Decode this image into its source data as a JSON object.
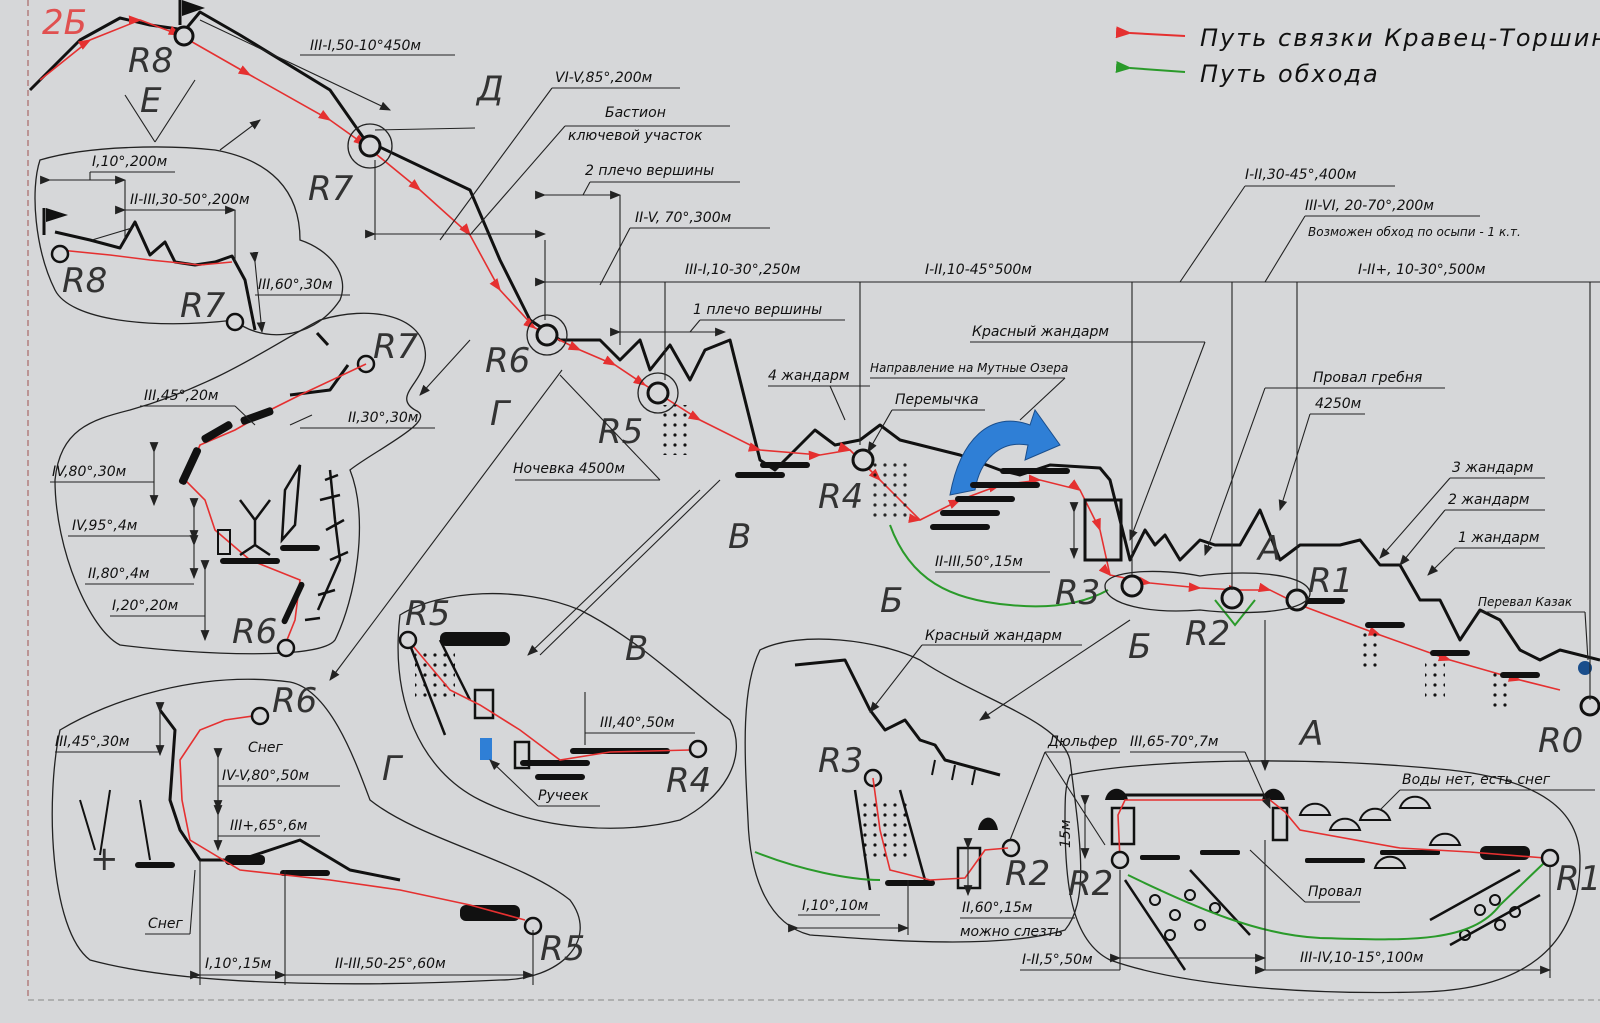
{
  "legend": {
    "red_route": "Путь связки Кравец-Торшин",
    "green_route": "Путь обхода",
    "red_color": "#e53030",
    "green_color": "#2a9a2a"
  },
  "top_left_mark": "2Б",
  "stations": {
    "r0": "R0",
    "r1": "R1",
    "r2": "R2",
    "r3": "R3",
    "r4": "R4",
    "r5": "R5",
    "r6": "R6",
    "r7": "R7",
    "r8": "R8"
  },
  "section_letters": {
    "a": "А",
    "b": "Б",
    "v": "В",
    "g": "Г",
    "d": "Д",
    "e": "Е"
  },
  "segments": {
    "r8_r7": "III-I,50-10°450м",
    "r7_r6": "VI-V,85°,200м",
    "bastion_1": "Бастион",
    "bastion_2": "ключевой участок",
    "shoulder2": "2 плечо вершины",
    "r6_r5": "II-V, 70°,300м",
    "r5_r4": "III-I,10-30°,250м",
    "shoulder1": "1 плечо вершины",
    "r4_r3": "I-II,10-45°500м",
    "r3_r2": "I-II,30-45°,400м",
    "r2_r1": "III-VI, 20-70°,200м",
    "r2_r1_note": "Возможен обход по осыпи - 1 к.т.",
    "r1_r0": "I-II+, 10-30°,500м",
    "red_gendarme": "Красный жандарм",
    "direction_lakes": "Направление на Мутные Озера",
    "jumper": "Перемычка",
    "gendarme4": "4 жандарм",
    "bivouac": "Ночевка 4500м",
    "ridge_gap": "Провал гребня",
    "ridge_gap_alt": "4250м",
    "gendarme3": "3 жандарм",
    "gendarme2": "2 жандарм",
    "gendarme1": "1 жандарм",
    "kazak_pass": "Перевал Казак",
    "r4_r3_wall": "II-III,50°,15м"
  },
  "inset_e": {
    "a": "I,10°,200м",
    "b": "II-III,30-50°,200м",
    "c": "III,60°,30м"
  },
  "inset_d": {
    "a": "III,45°,20м",
    "b": "II,30°,30м",
    "c": "IV,80°,30м",
    "d": "IV,95°,4м",
    "e": "II,80°,4м",
    "f": "I,20°,20м"
  },
  "inset_g": {
    "a": "III,45°,30м",
    "b": "Снег",
    "c": "IV-V,80°,50м",
    "d": "III+,65°,6м",
    "e": "Снег",
    "f": "I,10°,15м",
    "g": "II-III,50-25°,60м"
  },
  "inset_v": {
    "a": "III,40°,50м",
    "b": "Ручеек"
  },
  "inset_b": {
    "a": "Красный жандарм",
    "b": "I,10°,10м",
    "c": "II,60°,15м",
    "d": "можно слезть"
  },
  "inset_a": {
    "a": "Дюльфер",
    "b": "III,65-70°,7м",
    "c": "Воды нет, есть снег",
    "d": "15м",
    "e": "Провал",
    "f": "I-II,5°,50м",
    "g": "III-IV,10-15°,100м"
  }
}
